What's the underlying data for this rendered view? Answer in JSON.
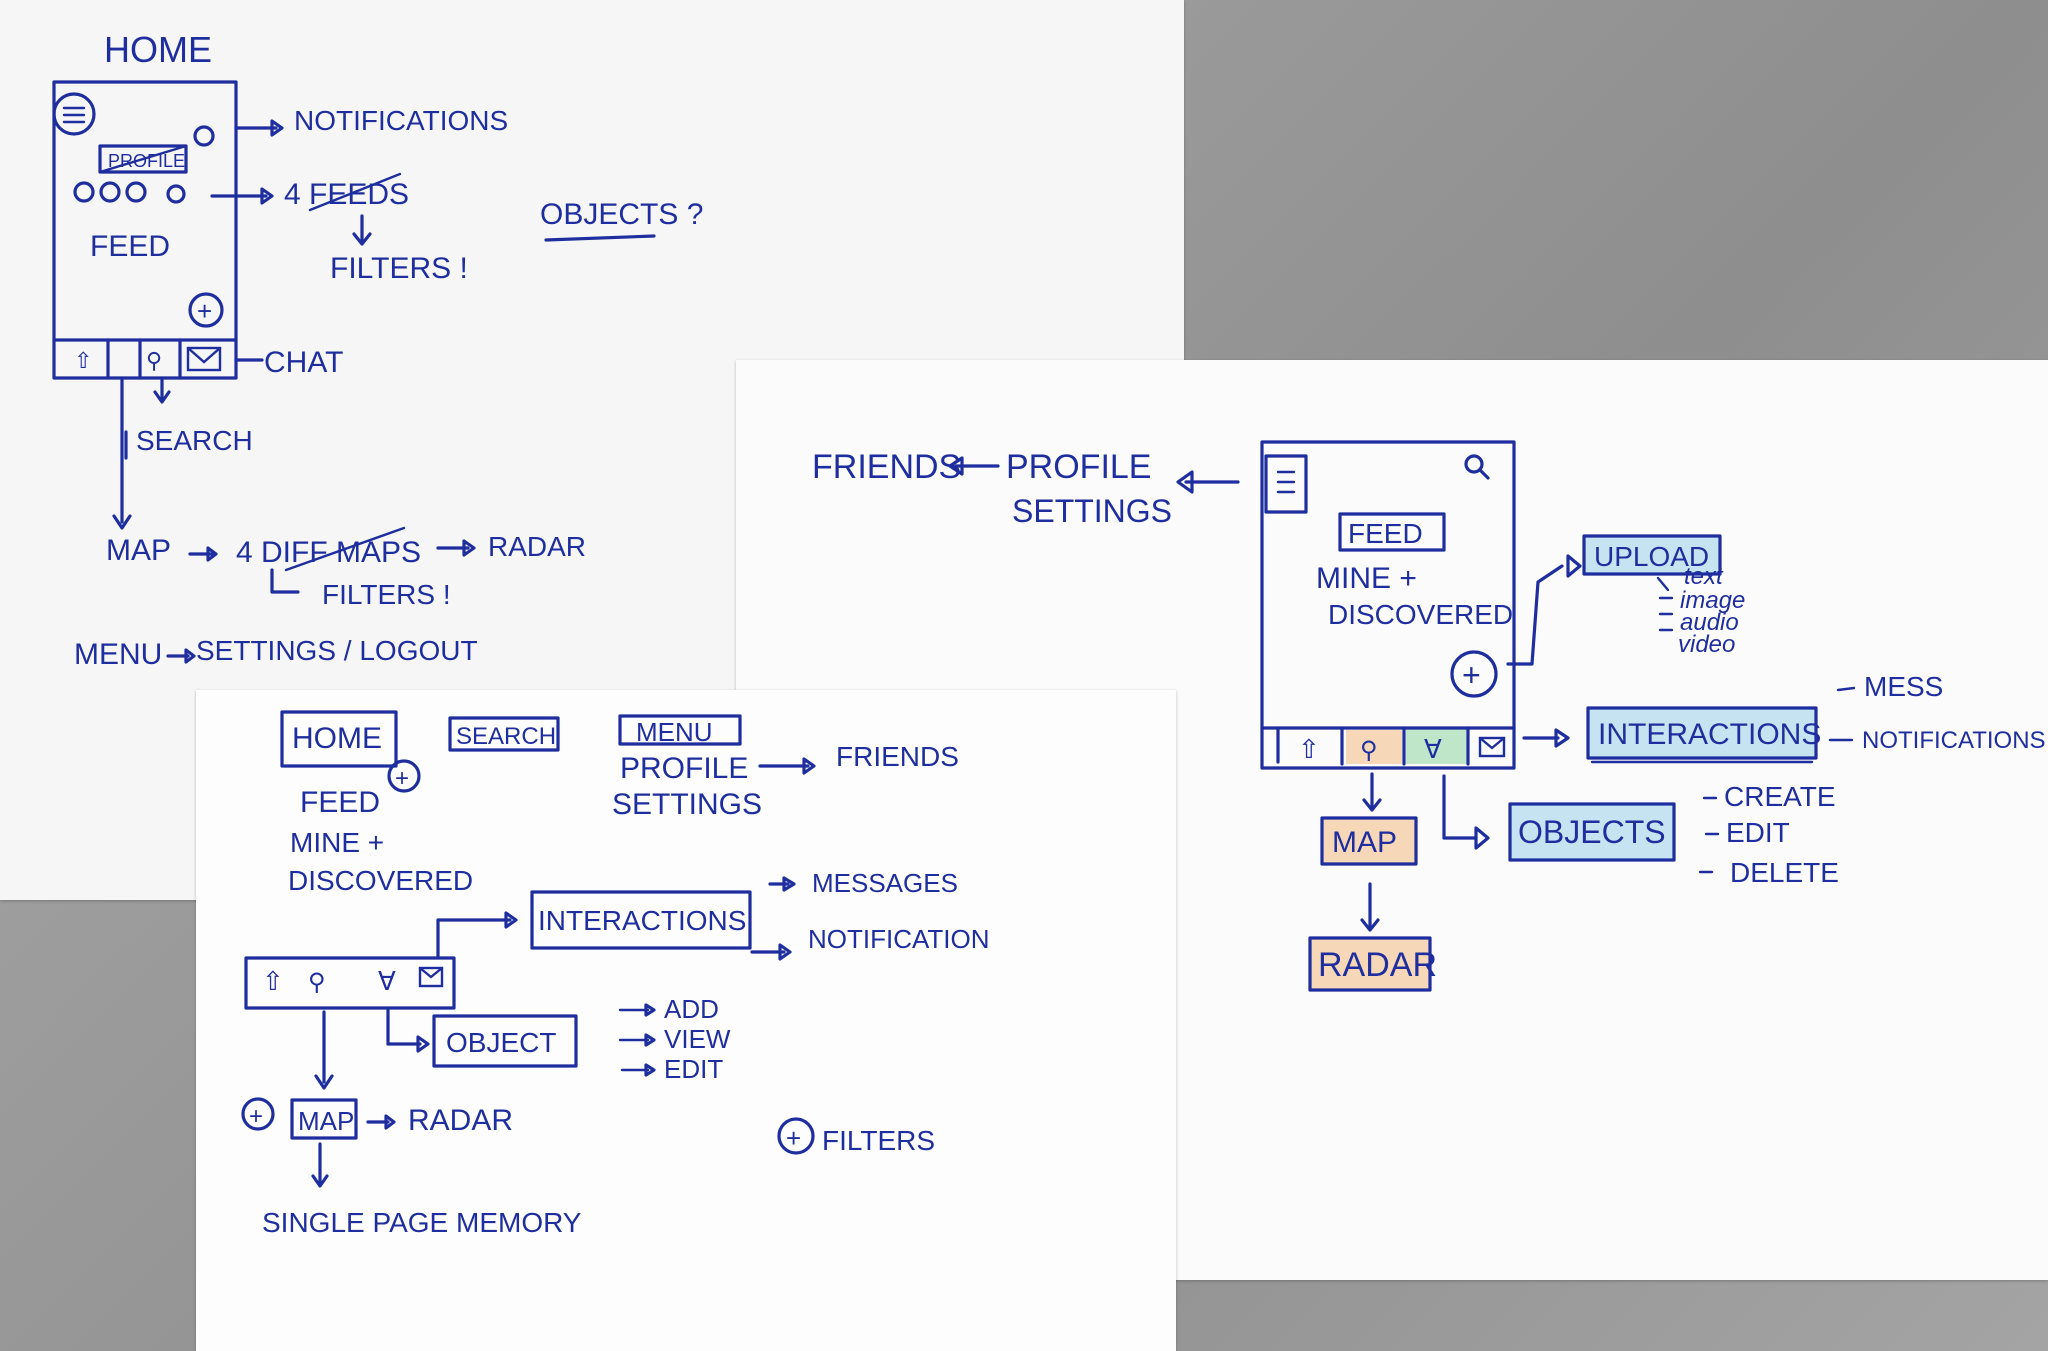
{
  "sheet1": {
    "home_title": "HOME",
    "profile": "PROFILE",
    "feed": "FEED",
    "notifications": "NOTIFICATIONS",
    "feeds": "4 FEEDS",
    "filters": "FILTERS !",
    "objects": "OBJECTS ?",
    "chat": "CHAT",
    "search": "SEARCH",
    "map_line": "MAP",
    "maps": "4 DIFF MAPS",
    "radar": "RADAR",
    "maps_filters": "FILTERS !",
    "menu_line": "MENU",
    "settings_logout": "SETTINGS / LOGOUT"
  },
  "sheet2": {
    "friends": "FRIENDS",
    "profile": "PROFILE",
    "settings": "SETTINGS",
    "feed": "FEED",
    "mine": "MINE +",
    "discovered": "DISCOVERED",
    "upload": "UPLOAD",
    "upload_items": [
      "text",
      "image",
      "audio",
      "video"
    ],
    "interactions": "INTERACTIONS",
    "mess": "MESS",
    "notifications": "NOTIFICATIONS",
    "map": "MAP",
    "radar": "RADAR",
    "objects": "OBJECTS",
    "object_actions": [
      "CREATE",
      "EDIT",
      "DELETE"
    ]
  },
  "sheet3": {
    "home": "HOME",
    "search": "SEARCH",
    "menu": "MENU",
    "profile": "PROFILE",
    "settings": "SETTINGS",
    "friends": "FRIENDS",
    "feed": "FEED",
    "mine": "MINE +",
    "discovered": "DISCOVERED",
    "interactions": "INTERACTIONS",
    "messages": "MESSAGES",
    "notification": "NOTIFICATION",
    "object": "OBJECT",
    "object_actions": [
      "ADD",
      "VIEW",
      "EDIT"
    ],
    "map": "MAP",
    "radar": "RADAR",
    "filters": "FILTERS",
    "single_page_memory": "SINGLE PAGE MEMORY"
  },
  "colors": {
    "ink": "#1f2e9e",
    "paper": "#fafafa",
    "table": "#9c9c9c",
    "highlight_green": "#bfe6c9",
    "highlight_blue": "#c6e3f2",
    "highlight_orange": "#f6d8b8"
  }
}
